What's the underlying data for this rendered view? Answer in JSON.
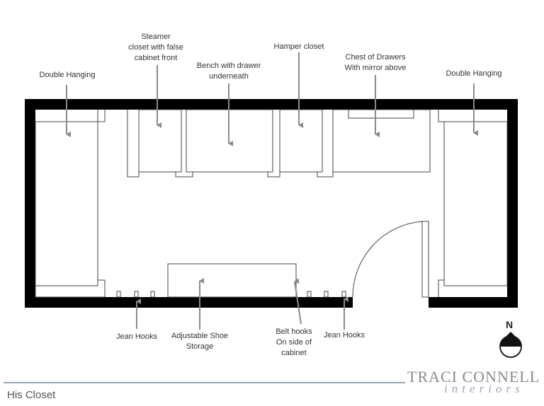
{
  "labels": {
    "double_hanging_left": "Double Hanging",
    "steamer": [
      "Steamer",
      "closet with false",
      "cabinet front"
    ],
    "bench": [
      "Bench with drawer",
      "underneath"
    ],
    "hamper": "Hamper closet",
    "chest": [
      "Chest of Drawers",
      "With mirror above"
    ],
    "double_hanging_right": "Double Hanging",
    "jean_hooks_left": "Jean Hooks",
    "shoe_storage": [
      "Adjustable Shoe",
      "Storage"
    ],
    "belt_hooks": [
      "Belt hooks",
      "On side of",
      "cabinet"
    ],
    "jean_hooks_right": "Jean Hooks"
  },
  "footer": {
    "title": "His Closet"
  },
  "logo": {
    "main": "TRACI CONNELL",
    "sub": "interiors"
  },
  "compass": {
    "letter": "N"
  },
  "colors": {
    "wall": "#000000",
    "line": "#444444",
    "arrow": "#8a8a8a",
    "footer_line": "#9aa4b4"
  }
}
